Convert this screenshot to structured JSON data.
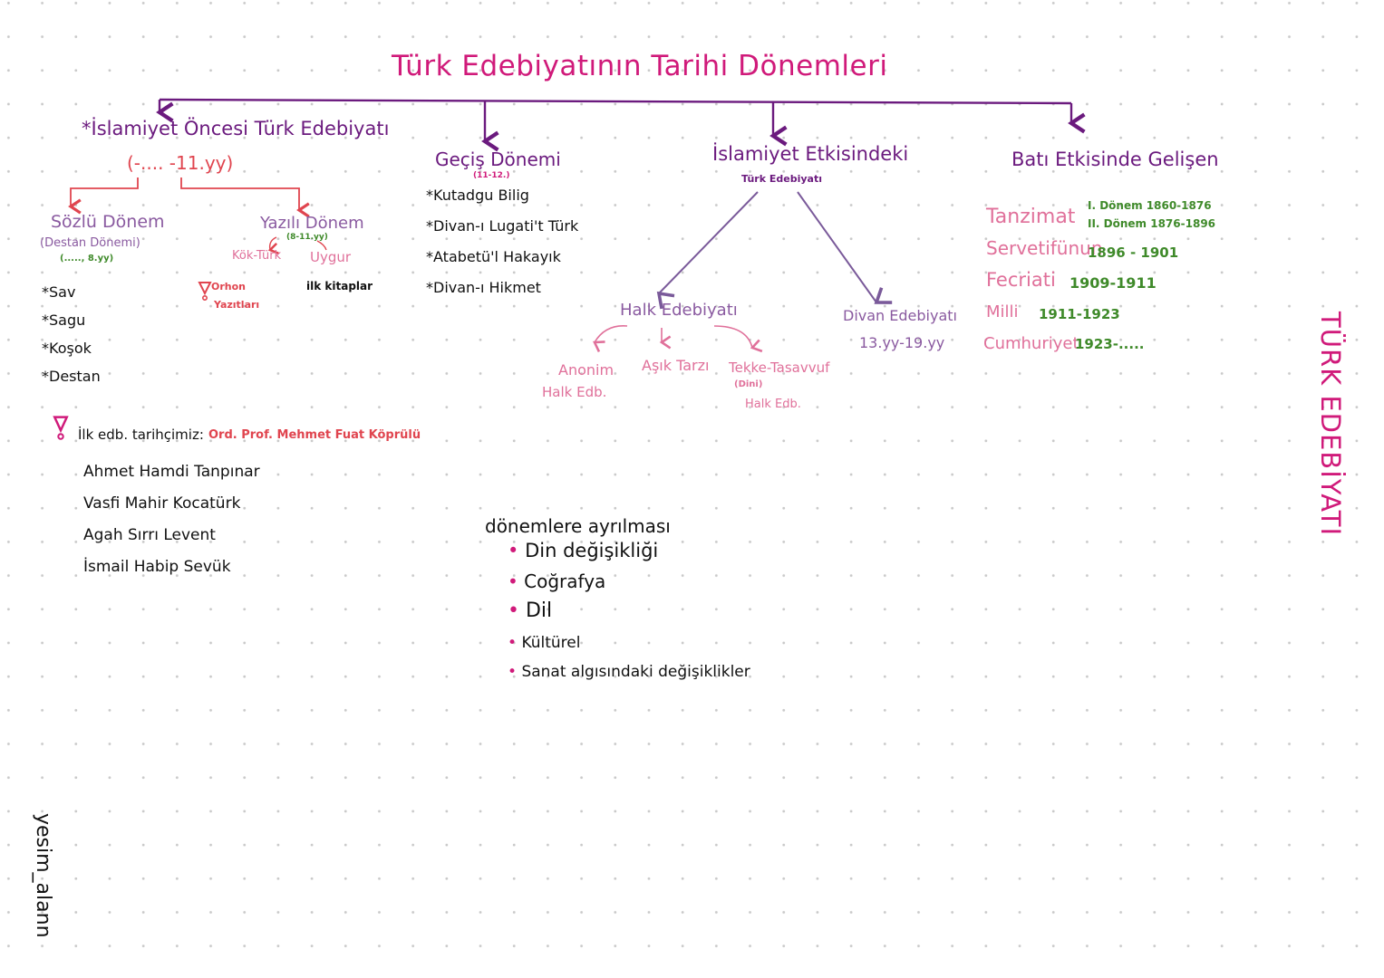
{
  "title": "Türk Edebiyatının Tarihi Dönemleri",
  "side_title": "TÜRK EDEBİYATI",
  "signature": "yesim_alann",
  "colors": {
    "magenta": "#d01a7a",
    "purple": "#6b1a7e",
    "pink": "#e0709a",
    "red": "#e0454f",
    "green": "#3f8a2a",
    "black": "#111111"
  },
  "islamiyet_oncesi": {
    "title": "*İslamiyet Öncesi Türk Edebiyatı",
    "range": "(-.... -11.yy)",
    "sozlu": {
      "title": "Sözlü Dönem",
      "subtitle": "(Destan Dönemi)",
      "range": "(....., 8.yy)",
      "items": [
        "*Sav",
        "*Sagu",
        "*Koşok",
        "*Destan"
      ]
    },
    "yazili": {
      "title": "Yazılı Dönem",
      "range": "(8-11.yy)",
      "kokturk": "Kök-Türk",
      "uygur": "Uygur",
      "orhon_line1": "Orhon",
      "orhon_line2": "Yazıtları",
      "ilk_kitaplar": "ilk kitaplar"
    }
  },
  "gecis": {
    "title": "Geçiş Dönemi",
    "range": "(11-12.)",
    "items": [
      "*Kutadgu Bilig",
      "*Divan-ı Lugati't Türk",
      "*Atabetü'l Hakayık",
      "*Divan-ı Hikmet"
    ]
  },
  "islamiyet_etkisindeki": {
    "title": "İslamiyet Etkisindeki",
    "subtitle": "Türk Edebiyatı",
    "halk": {
      "title": "Halk Edebiyatı",
      "anonim_line1": "Anonim",
      "anonim_line2": "Halk Edb.",
      "asik": "Aşık Tarzı",
      "tekke_line1": "Tekke-Tasavvuf",
      "tekke_line2": "(Dini)",
      "tekke_line3": "Halk Edb."
    },
    "divan": {
      "title": "Divan Edebiyatı",
      "range": "13.yy-19.yy"
    }
  },
  "bati": {
    "title": "Batı Etkisinde Gelişen",
    "periods": [
      {
        "name": "Tanzimat",
        "date": ""
      },
      {
        "name": "Servetifünun",
        "date": "1896 - 1901"
      },
      {
        "name": "Fecriati",
        "date": "1909-1911"
      },
      {
        "name": "Milli",
        "date": "1911-1923"
      },
      {
        "name": "Cumhuriyet",
        "date": "1923-....."
      }
    ],
    "tanzimat_donem1": "I. Dönem 1860-1876",
    "tanzimat_donem2": "II. Dönem 1876-1896"
  },
  "historians": {
    "label": "İlk edb. tarihçimiz:",
    "first": "Ord. Prof. Mehmet Fuat Köprülü",
    "names": [
      "Ahmet Hamdi Tanpınar",
      "Vasfi Mahir Kocatürk",
      "Agah Sırrı Levent",
      "İsmail Habip Sevük"
    ]
  },
  "ayrilma": {
    "title": "dönemlere ayrılması",
    "items": [
      "Din değişikliği",
      "Coğrafya",
      "Dil",
      "Kültürel",
      "Sanat algısındaki değişiklikler"
    ]
  }
}
